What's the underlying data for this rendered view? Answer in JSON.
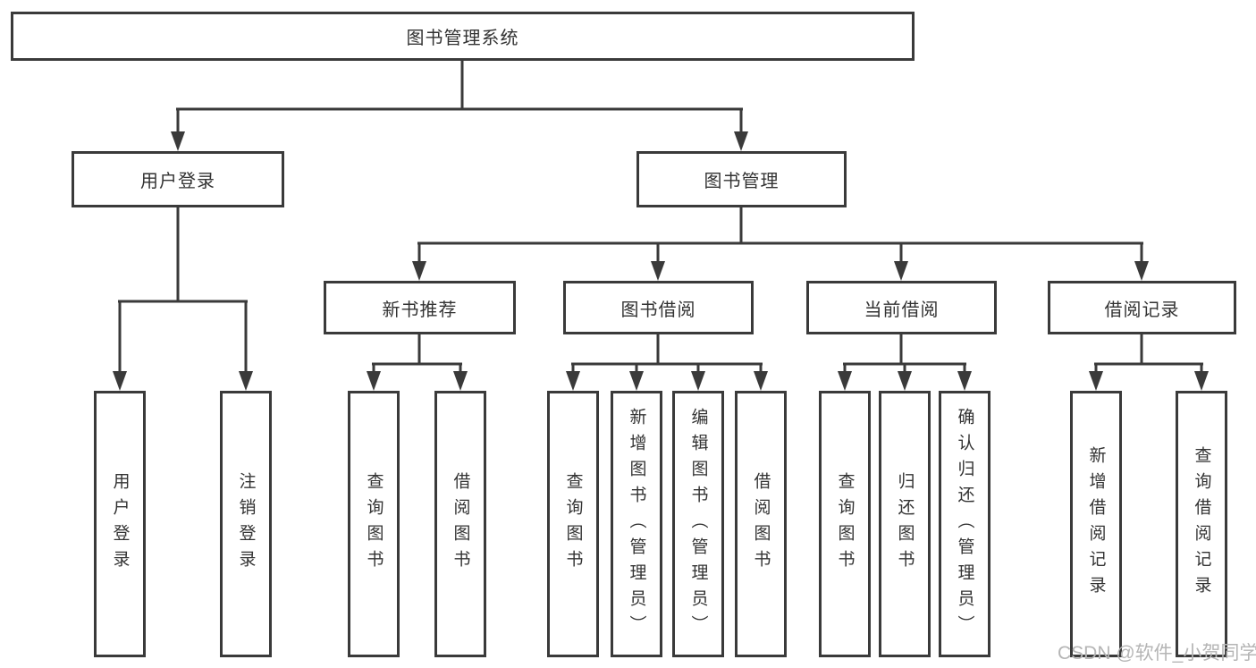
{
  "diagram": {
    "type": "hierarchy-tree",
    "background_color": "#ffffff",
    "line_color": "#3a3a3a",
    "text_color": "#333333",
    "watermark_color": "#b5b5b5"
  },
  "tree": {
    "label": "图书管理系统",
    "children": [
      {
        "label": "用户登录",
        "children": [
          "用户登录",
          "注销登录"
        ]
      },
      {
        "label": "图书管理",
        "children": [
          {
            "label": "新书推荐",
            "children": [
              "查询图书",
              "借阅图书"
            ]
          },
          {
            "label": "图书借阅",
            "children": [
              "查询图书",
              "新增图书（管理员）",
              "编辑图书（管理员）",
              "借阅图书"
            ]
          },
          {
            "label": "当前借阅",
            "children": [
              "查询图书",
              "归还图书",
              "确认归还（管理员）"
            ]
          },
          {
            "label": "借阅记录",
            "children": [
              "新增借阅记录",
              "查询借阅记录"
            ]
          }
        ]
      }
    ]
  },
  "watermark": {
    "text": "CSDN @软件_小贺同学"
  }
}
